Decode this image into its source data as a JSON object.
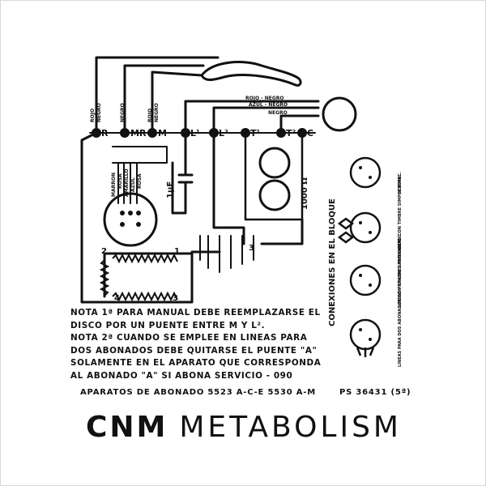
{
  "terminals": [
    "R",
    "MR",
    "M",
    "L¹",
    "L²",
    "T¹",
    "T²",
    "C"
  ],
  "wire_labels": {
    "rojo_negro": "ROJO",
    "rojo_negro_2": "NEGRO",
    "negro_r": "NEGRO",
    "negro_mr": "NEGRO",
    "rojo_m": "ROJO",
    "rojo_m_2": "NEGRO",
    "top_1": "ROJO - NEGRO",
    "top_2": "AZUL - NEGRO",
    "top_3": "NEGRO"
  },
  "dial_wires": [
    "MARRON",
    "ROSA",
    "AMARILLO",
    "AZUL",
    "ROSA"
  ],
  "capacitor_label": "1µF",
  "resistor_label": "1000 Ω",
  "coil_numbers": [
    "1",
    "2",
    "3",
    "4"
  ],
  "contact_number": "3",
  "block_title": "CONEXIONES EN EL BLOQUE",
  "block_labels": [
    "NORMAL",
    "LINEAS CON TIMBRE SIMPLE ESPEC.",
    "LINEAS PARA DOS ABONADOS",
    "LINEAS PARA DOS ABONADOS CON TIMBRE SIMPLE ESPEC."
  ],
  "notes": [
    "NOTA 1ª PARA MANUAL DEBE REEMPLAZARSE EL",
    "DISCO POR UN PUENTE ENTRE M Y L².",
    "NOTA 2ª CUANDO SE EMPLEE EN LINEAS PARA",
    "DOS ABONADOS DEBE QUITARSE EL PUENTE \"A\"",
    "SOLAMENTE EN EL APARATO QUE CORRESPONDA",
    "AL ABONADO \"A\" SI ABONA SERVICIO - 090"
  ],
  "footer": {
    "models": "APARATOS DE ABONADO 5523 A-C-E   5530 A-M",
    "ref": "PS 36431 (5ª)"
  },
  "brand": {
    "part1": "CNM",
    "part2": "METABOLISM"
  }
}
